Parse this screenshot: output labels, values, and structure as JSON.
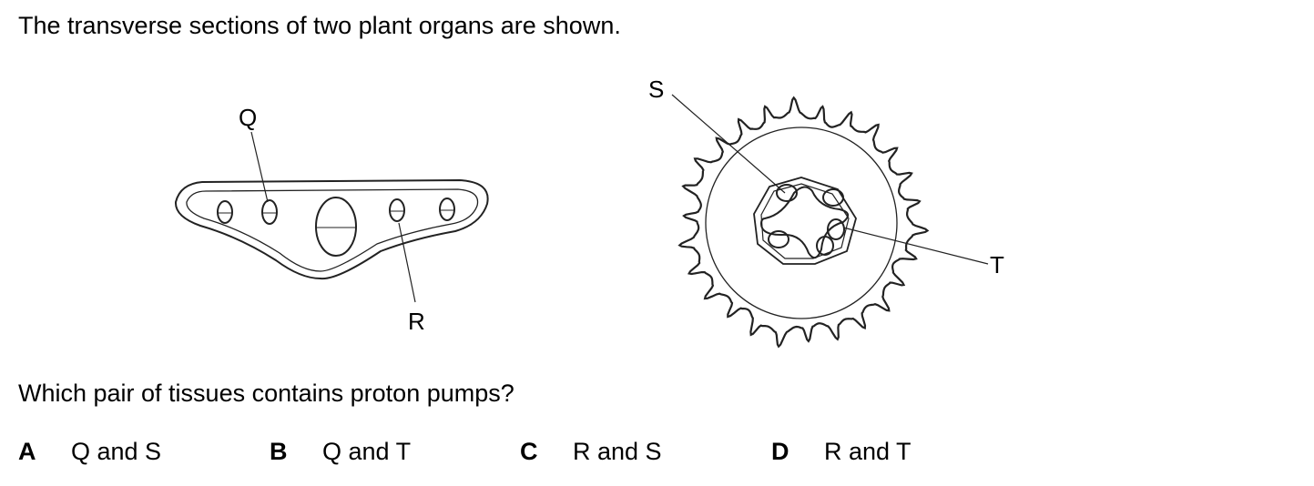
{
  "intro": "The transverse sections of two plant organs are shown.",
  "labels": {
    "q": "Q",
    "r": "R",
    "s": "S",
    "t": "T"
  },
  "question": "Which pair of tissues contains proton pumps?",
  "options": [
    {
      "letter": "A",
      "text": "Q and S"
    },
    {
      "letter": "B",
      "text": "Q and T"
    },
    {
      "letter": "C",
      "text": "R and S"
    },
    {
      "letter": "D",
      "text": "R and T"
    }
  ]
}
